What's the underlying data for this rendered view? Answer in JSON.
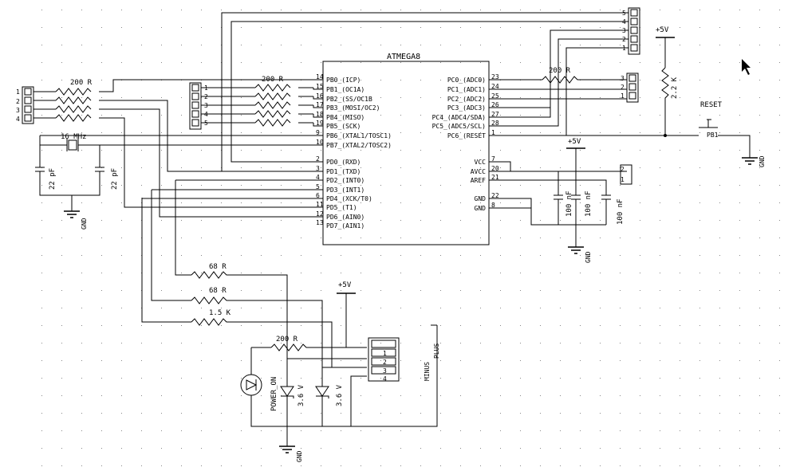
{
  "chip": {
    "title": "ATMEGA8",
    "left_pins": [
      {
        "name": "PB0_(ICP)",
        "num": "14"
      },
      {
        "name": "PB1_(OC1A)",
        "num": "15"
      },
      {
        "name": "PB2_(SS/OC1B",
        "num": "16"
      },
      {
        "name": "PB3_(MOSI/OC2)",
        "num": "17"
      },
      {
        "name": "PB4_(MISO)",
        "num": "18"
      },
      {
        "name": "PB5_(SCK)",
        "num": "19"
      },
      {
        "name": "PB6_(XTAL1/TOSC1)",
        "num": "9"
      },
      {
        "name": "PB7_(XTAL2/TOSC2)",
        "num": "10"
      },
      {
        "name": "PD0_(RXD)",
        "num": "2"
      },
      {
        "name": "PD1_(TXD)",
        "num": "3"
      },
      {
        "name": "PD2_(INT0)",
        "num": "4"
      },
      {
        "name": "PD3_(INT1)",
        "num": "5"
      },
      {
        "name": "PD4_(XCK/T0)",
        "num": "6"
      },
      {
        "name": "PD5_(T1)",
        "num": "11"
      },
      {
        "name": "PD6_(AIN0)",
        "num": "12"
      },
      {
        "name": "PD7_(AIN1)",
        "num": "13"
      }
    ],
    "right_pins": [
      {
        "name": "PC0_(ADC0)",
        "num": "23"
      },
      {
        "name": "PC1_(ADC1)",
        "num": "24"
      },
      {
        "name": "PC2_(ADC2)",
        "num": "25"
      },
      {
        "name": "PC3_(ADC3)",
        "num": "26"
      },
      {
        "name": "PC4_(ADC4/SDA)",
        "num": "27"
      },
      {
        "name": "PC5_(ADC5/SCL)",
        "num": "28"
      },
      {
        "name": "PC6_(RESET",
        "num": "1"
      },
      {
        "name": "VCC",
        "num": "7"
      },
      {
        "name": "AVCC",
        "num": "20"
      },
      {
        "name": "AREF",
        "num": "21"
      },
      {
        "name": "GND",
        "num": "22"
      },
      {
        "name": "GND",
        "num": "8"
      }
    ]
  },
  "labels": {
    "r200_a": "200 R",
    "r200_b": "200 R",
    "r200_c": "200 R",
    "r200_d": "200 R",
    "r68_a": "68 R",
    "r68_b": "68 R",
    "r15k": "1.5 K",
    "r22k": "2.2 K",
    "crystal": "16 MHz",
    "c22_a": "22 pF",
    "c22_b": "22 pF",
    "c100_a": "100 nF",
    "c100_b": "100 nF",
    "c100_c": "100 nF",
    "vcc_1": "+5V",
    "vcc_2": "+5V",
    "vcc_3": "+5V",
    "gnd_1": "GND",
    "gnd_2": "GND",
    "gnd_3": "GND",
    "gnd_4": "GND",
    "reset": "RESET",
    "pb1": "PB1",
    "power_on": "POWER_ON",
    "zener_a": "3.6 V",
    "zener_b": "3.6 V",
    "minus": "MINUS",
    "plus": "PLUS",
    "p1": "1",
    "p2": "2",
    "p3": "3",
    "p4": "4",
    "p5": "5"
  }
}
